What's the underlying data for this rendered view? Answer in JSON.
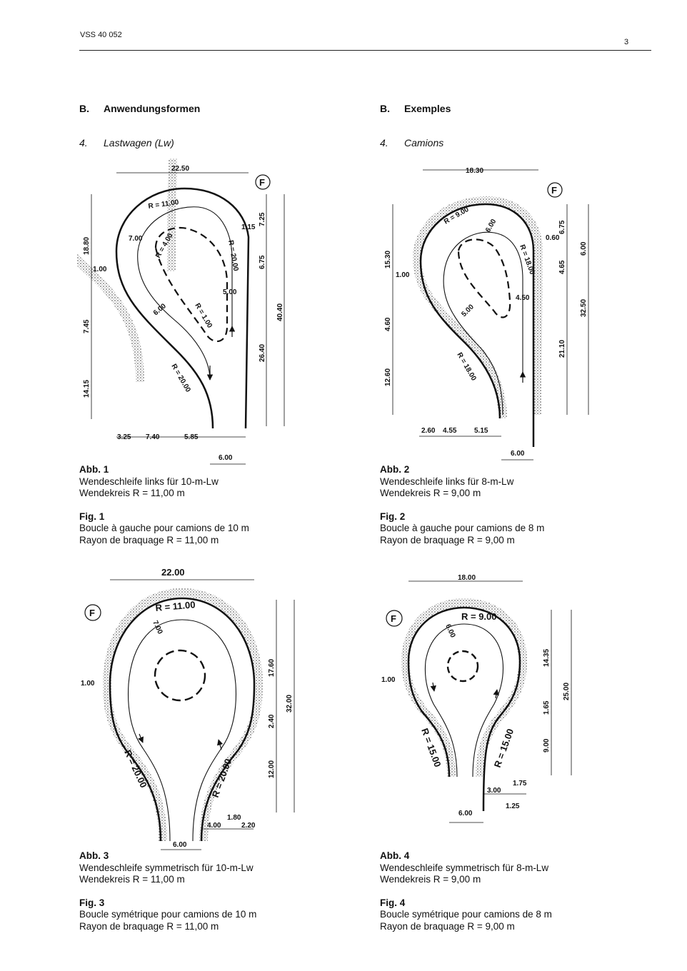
{
  "header": {
    "doc_id": "VSS 40 052",
    "page_number": "3"
  },
  "left_column": {
    "section_letter": "B.",
    "section_title": "Anwendungsformen",
    "sub_number": "4.",
    "sub_title": "Lastwagen (Lw)"
  },
  "right_column": {
    "section_letter": "B.",
    "section_title": "Exemples",
    "sub_number": "4.",
    "sub_title": "Camions"
  },
  "figures": [
    {
      "abb_title": "Abb. 1",
      "abb_line1": "Wendeschleife links für 10-m-Lw",
      "abb_line2": "Wendekreis R = 11,00 m",
      "fig_title": "Fig. 1",
      "fig_line1": "Boucle à gauche pour camions de 10 m",
      "fig_line2": "Rayon de braquage R = 11,00 m",
      "labels": {
        "f": "F",
        "w_top": "22.50",
        "r_outer": "R = 11.00",
        "r_inner": "R = 4.00",
        "r_side": "R = 20.00",
        "r_small": "R = 1.00",
        "r_lower": "R = 20.00",
        "d700": "7.00",
        "d600": "6.00",
        "d500": "5.00",
        "d115": "1.15",
        "d100": "1.00",
        "h1880": "18.80",
        "h745": "7.45",
        "h1415": "14.15",
        "h725": "7.25",
        "h675": "6.75",
        "h2640": "26.40",
        "h4040": "40.40",
        "b325": "3.25",
        "b740": "7.40",
        "b585": "5.85",
        "b600": "6.00"
      }
    },
    {
      "abb_title": "Abb. 2",
      "abb_line1": "Wendeschleife links für 8-m-Lw",
      "abb_line2": "Wendekreis R = 9,00 m",
      "fig_title": "Fig. 2",
      "fig_line1": "Boucle à gauche pour camions de 8 m",
      "fig_line2": "Rayon de braquage R = 9,00 m",
      "labels": {
        "f": "F",
        "w_top": "18.30",
        "r_outer": "R = 9.00",
        "d600a": "6.00",
        "r_side": "R = 18.00",
        "d060": "0.60",
        "d100": "1.00",
        "d500": "5.00",
        "d450": "4.50",
        "r_lower": "R = 18.00",
        "h1530": "15.30",
        "h460": "4.60",
        "h1260": "12.60",
        "h675": "6.75",
        "h465": "4.65",
        "h600": "6.00",
        "h2110": "21.10",
        "h3250": "32.50",
        "b260": "2.60",
        "b455": "4.55",
        "b515": "5.15",
        "b600": "6.00"
      }
    },
    {
      "abb_title": "Abb. 3",
      "abb_line1": "Wendeschleife symmetrisch für 10-m-Lw",
      "abb_line2": "Wendekreis R = 11,00 m",
      "fig_title": "Fig. 3",
      "fig_line1": "Boucle symétrique pour camions de 10 m",
      "fig_line2": "Rayon de braquage R = 11,00 m",
      "labels": {
        "f": "F",
        "w_top": "22.00",
        "r_outer": "R = 11.00",
        "d700": "7.00",
        "d100": "1.00",
        "r_left": "R = 20.00",
        "r_right": "R = 20.00",
        "h1760": "17.60",
        "h240": "2.40",
        "h1200": "12.00",
        "h3200": "32.00",
        "b400": "4.00",
        "b180": "1.80",
        "b220": "2.20",
        "b600": "6.00"
      }
    },
    {
      "abb_title": "Abb. 4",
      "abb_line1": "Wendeschleife symmetrisch für 8-m-Lw",
      "abb_line2": "Wendekreis R = 9,00 m",
      "fig_title": "Fig. 4",
      "fig_line1": "Boucle symétrique pour camions de 8 m",
      "fig_line2": "Rayon de braquage R = 9,00 m",
      "labels": {
        "f": "F",
        "w_top": "18.00",
        "r_outer": "R = 9.00",
        "d600a": "6.00",
        "d100": "1.00",
        "r_left": "R = 15.00",
        "r_right": "R = 15.00",
        "h1435": "14.35",
        "h165": "1.65",
        "h900": "9.00",
        "h2500": "25.00",
        "b300": "3.00",
        "b175": "1.75",
        "b125": "1.25",
        "b600": "6.00"
      }
    }
  ]
}
